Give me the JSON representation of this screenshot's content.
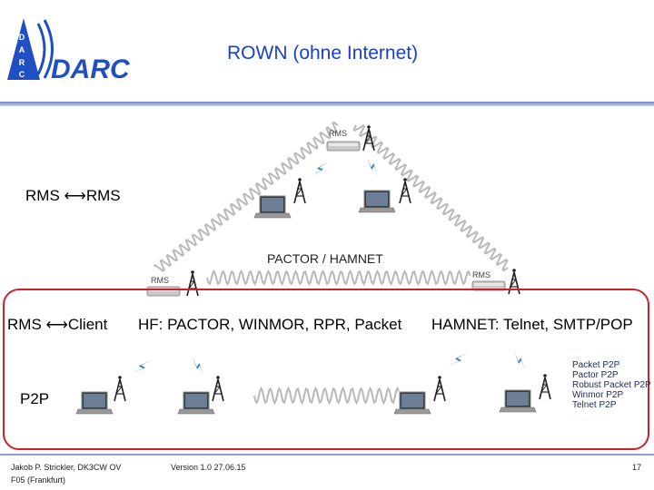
{
  "header": {
    "logo_letters": [
      "D",
      "A",
      "R",
      "C"
    ],
    "logo_text": "DARC",
    "title": "ROWN (ohne Internet)"
  },
  "diagram": {
    "pactor_hamnet_label": "PACTOR / HAMNET",
    "rms_box_label": "RMS",
    "p2p_protocols": [
      "Packet P2P",
      "Pactor P2P",
      "Robust Packet P2P",
      "Winmor P2P",
      "Telnet P2P"
    ]
  },
  "labels": {
    "rms_rms": "RMS ⟷RMS",
    "rms_client": "RMS ⟷Client",
    "hf_protocols": "HF: PACTOR, WINMOR, RPR, Packet",
    "hamnet_protocols": "HAMNET: Telnet, SMTP/POP",
    "p2p": "P2P"
  },
  "footer": {
    "author": "Jakob P. Strickler, DK3CW OV",
    "place": "F05 (Frankfurt)",
    "version": "Version 1.0 27.06.15",
    "page": "17"
  },
  "colors": {
    "title": "#1a3fc8",
    "logo_blue": "#1f4fc0",
    "frame_red": "#d0202a",
    "wave_gray": "#b8b8b8",
    "bolt_blue": "#3a7bc8"
  }
}
